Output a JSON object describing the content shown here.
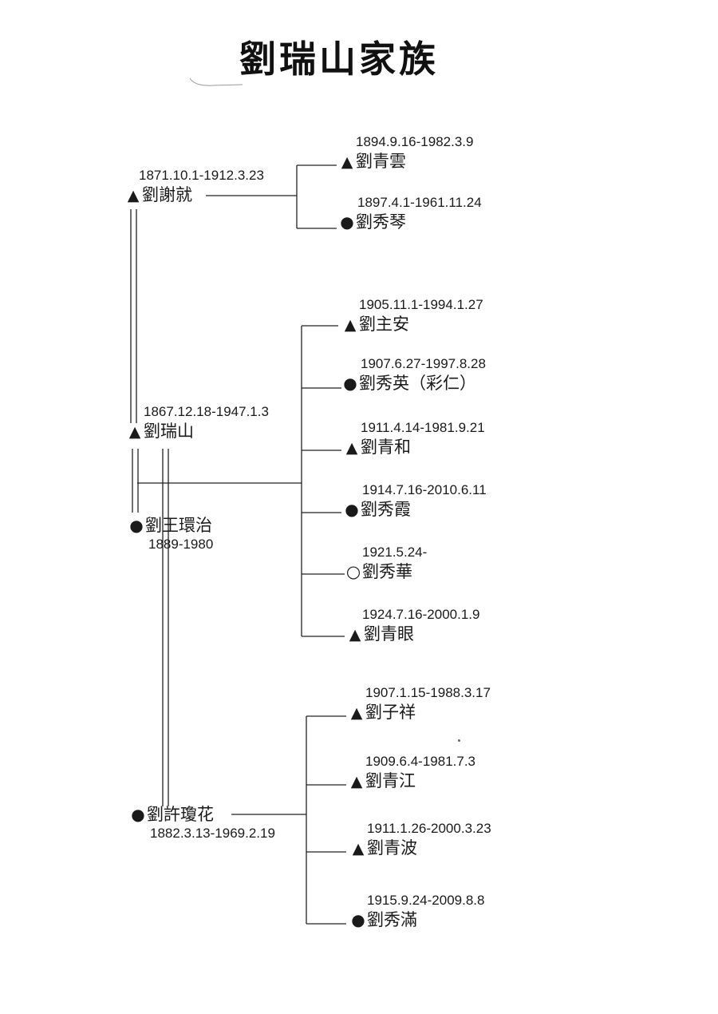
{
  "title": "劉瑞山家族",
  "symbols": {
    "male": "▲",
    "female": "●",
    "living": "○"
  },
  "people": [
    {
      "id": "xie",
      "dates": "1871.10.1-1912.3.23",
      "sym": "male",
      "name": "劉謝就"
    },
    {
      "id": "qingyun",
      "dates": "1894.9.16-1982.3.9",
      "sym": "male",
      "name": "劉青雲"
    },
    {
      "id": "xiuqin",
      "dates": "1897.4.1-1961.11.24",
      "sym": "female",
      "name": "劉秀琴"
    },
    {
      "id": "ruishan",
      "dates": "1867.12.18-1947.1.3",
      "sym": "male",
      "name": "劉瑞山"
    },
    {
      "id": "wang",
      "dates": "1889-1980",
      "sym": "female",
      "name": "劉王環治"
    },
    {
      "id": "zhuan",
      "dates": "1905.11.1-1994.1.27",
      "sym": "male",
      "name": "劉主安"
    },
    {
      "id": "xiuying",
      "dates": "1907.6.27-1997.8.28",
      "sym": "female",
      "name": "劉秀英（彩仁）"
    },
    {
      "id": "qinghe",
      "dates": "1911.4.14-1981.9.21",
      "sym": "male",
      "name": "劉青和"
    },
    {
      "id": "xiuxia",
      "dates": "1914.7.16-2010.6.11",
      "sym": "female",
      "name": "劉秀霞"
    },
    {
      "id": "xiuhua",
      "dates": "1921.5.24-",
      "sym": "living",
      "name": "劉秀華"
    },
    {
      "id": "qingyan",
      "dates": "1924.7.16-2000.1.9",
      "sym": "male",
      "name": "劉青眼"
    },
    {
      "id": "xu",
      "dates": "1882.3.13-1969.2.19",
      "sym": "female",
      "name": "劉許瓊花"
    },
    {
      "id": "zixiang",
      "dates": "1907.1.15-1988.3.17",
      "sym": "male",
      "name": "劉子祥"
    },
    {
      "id": "qingjiang",
      "dates": "1909.6.4-1981.7.3",
      "sym": "male",
      "name": "劉青江"
    },
    {
      "id": "qingbo",
      "dates": "1911.1.26-2000.3.23",
      "sym": "male",
      "name": "劉青波"
    },
    {
      "id": "xiuman",
      "dates": "1915.9.24-2009.8.8",
      "sym": "female",
      "name": "劉秀滿"
    }
  ]
}
